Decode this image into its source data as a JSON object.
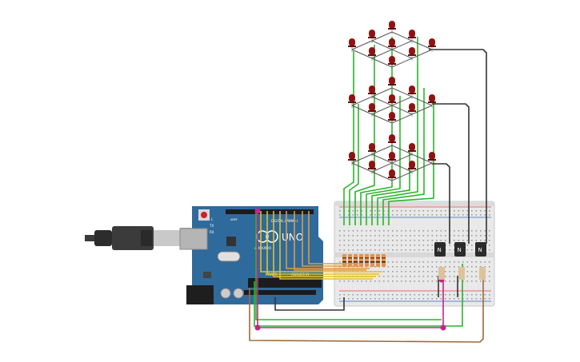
{
  "board": {
    "logo": "UNO",
    "brand": "ARDUINO",
    "header_digital": "DIGITAL (PWM~)",
    "header_power": "POWER",
    "header_analog": "ANALOG IN",
    "label_aref": "AREF",
    "label_tx": "TX",
    "label_rx": "RX",
    "label_l": "L"
  },
  "transistors": [
    {
      "label": "N"
    },
    {
      "label": "N"
    },
    {
      "label": "N"
    }
  ],
  "colors": {
    "board": "#2f6a9c",
    "breadboard": "#e9e9e9",
    "led": "#8e1414",
    "wire_green": "#2bb52b",
    "wire_yellow": "#e4c21e",
    "wire_dark": "#333333",
    "wire_magenta": "#c6228f",
    "wire_brown": "#9c6b3c",
    "resistor": "#e7904d"
  }
}
